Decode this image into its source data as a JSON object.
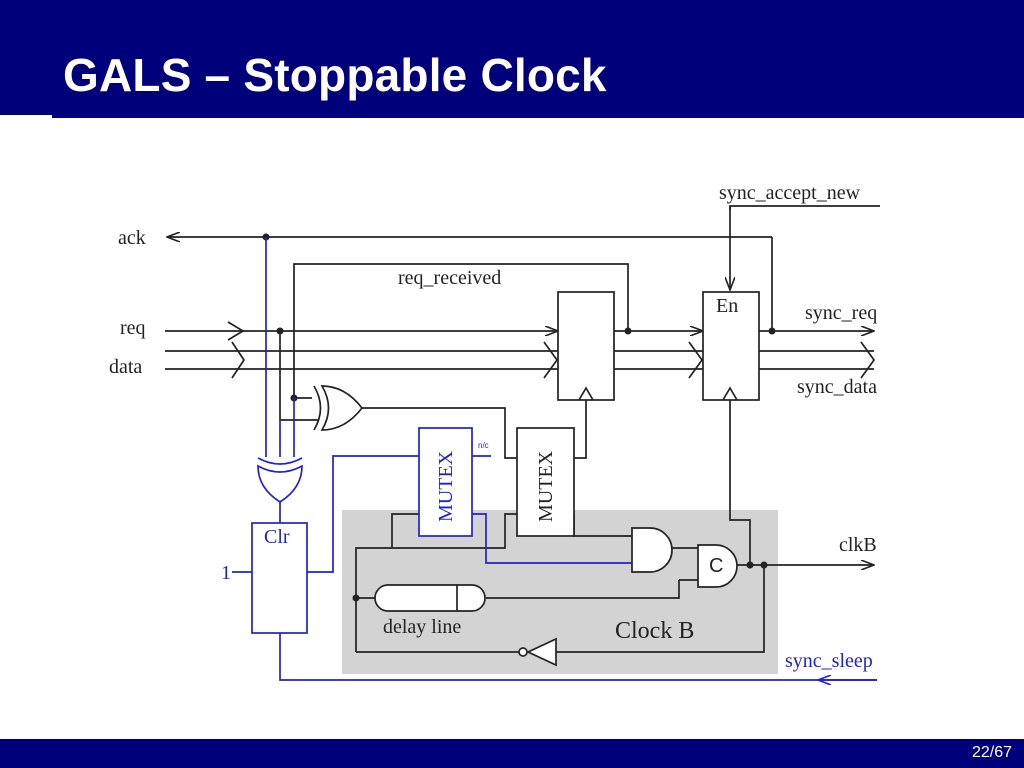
{
  "slide": {
    "title": "GALS – Stoppable Clock",
    "page_number": "22/67"
  },
  "diagram": {
    "labels": {
      "ack": "ack",
      "req": "req",
      "data": "data",
      "req_received": "req_received",
      "sync_accept_new": "sync_accept_new",
      "en": "En",
      "sync_req": "sync_req",
      "sync_data": "sync_data",
      "mutex_left": "MUTEX",
      "mutex_right": "MUTEX",
      "nc": "n/c",
      "clr": "Clr",
      "one": "1",
      "c_element": "C",
      "clkB": "clkB",
      "delay_line": "delay line",
      "clock_b": "Clock B",
      "sync_sleep": "sync_sleep"
    },
    "colors": {
      "wire": "#222222",
      "blue_wire": "#2222cc",
      "clock_region": "#d3d3d3",
      "header_bar": "#00007a"
    }
  }
}
